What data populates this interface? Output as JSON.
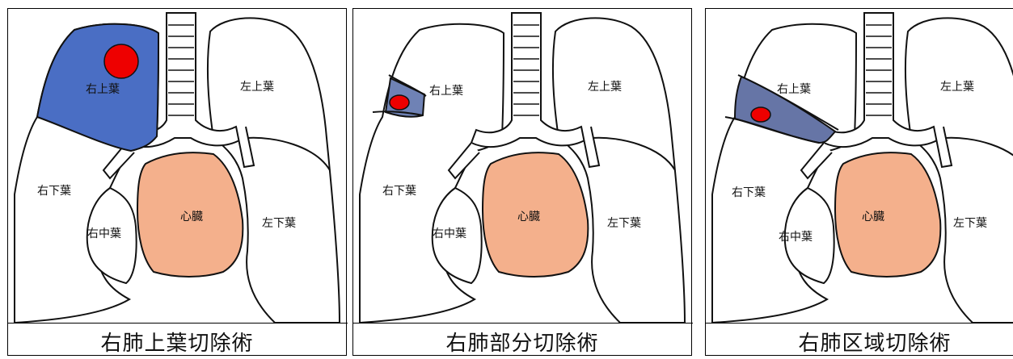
{
  "colors": {
    "lung_fill": "#ffffff",
    "heart_fill": "#f4b08c",
    "lobectomy_fill": "#4a6ec4",
    "partial_fill": "#6f82b5",
    "segment_fill": "#6675a6",
    "tumor": "#ee0000",
    "outline": "#111111"
  },
  "panels": [
    {
      "caption": "右肺上葉切除術",
      "labels": {
        "right_upper": "右上葉",
        "left_upper": "左上葉",
        "right_lower": "右下葉",
        "right_middle": "右中葉",
        "heart": "心臓",
        "left_lower": "左下葉"
      }
    },
    {
      "caption": "右肺部分切除術",
      "labels": {
        "right_upper": "右上葉",
        "left_upper": "左上葉",
        "right_lower": "右下葉",
        "right_middle": "右中葉",
        "heart": "心臓",
        "left_lower": "左下葉"
      }
    },
    {
      "caption": "右肺区域切除術",
      "labels": {
        "right_upper": "右上葉",
        "left_upper": "左上葉",
        "right_lower": "右下葉",
        "right_middle": "右中葉",
        "heart": "心臓",
        "left_lower": "左下葉"
      }
    }
  ]
}
